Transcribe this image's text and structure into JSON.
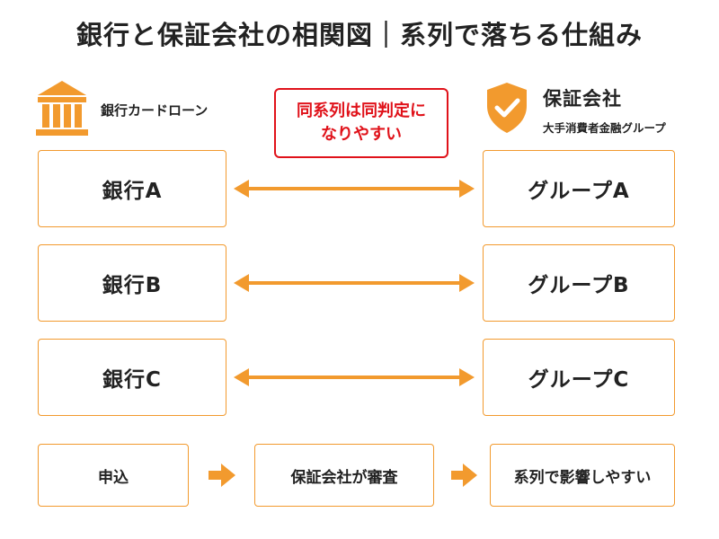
{
  "title": "銀行と保証会社の相関図｜系列で落ちる仕組み",
  "bank_header": {
    "label": "銀行カードローン",
    "icon": "bank-building-icon"
  },
  "insurer_header": {
    "title": "保証会社",
    "subtitle": "大手消費者金融グループ",
    "icon": "shield-check-icon"
  },
  "note": {
    "text": "同系列は同判定に\nなりやすい"
  },
  "rows": [
    {
      "bank": "銀行A",
      "group": "グループA"
    },
    {
      "bank": "銀行B",
      "group": "グループB"
    },
    {
      "bank": "銀行C",
      "group": "グループC"
    }
  ],
  "flow": [
    {
      "label": "申込"
    },
    {
      "label": "保証会社が審査"
    },
    {
      "label": "系列で影響しやすい"
    }
  ],
  "colors": {
    "accent": "#f29a2e",
    "note_red": "#e0121a",
    "text": "#222222"
  }
}
